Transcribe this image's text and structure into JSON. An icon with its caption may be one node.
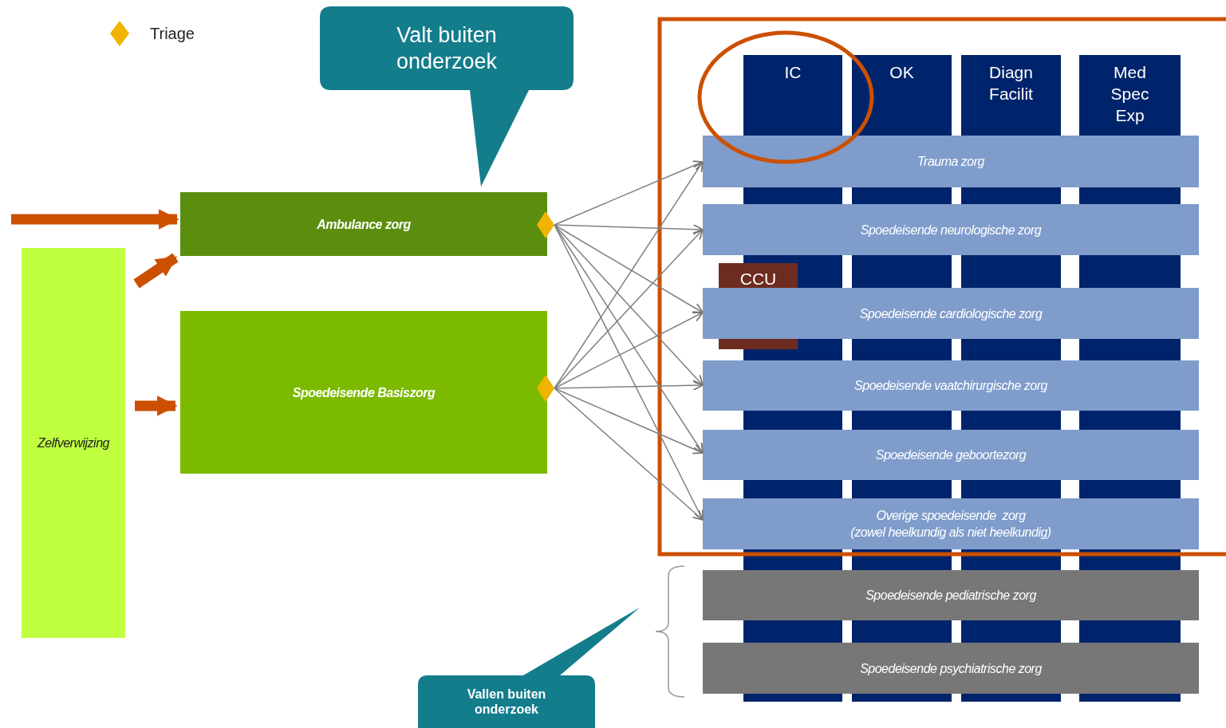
{
  "diagram": {
    "nodes": [
      {
        "text": [
          "Valt buiten onderzoek"
        ]
      },
      {
        "text": [
          "IC"
        ]
      },
      {
        "text": [
          "OK"
        ]
      },
      {
        "text": [
          "Diagn Facilit"
        ]
      },
      {
        "text": [
          "Med Spec Exp"
        ]
      },
      {
        "text": [
          "Trauma zorg"
        ]
      },
      {
        "text": [
          "Ambulance zorg"
        ]
      },
      {
        "text": [],
        "shape": "diamond"
      },
      {
        "text": [
          "Spoedeisende neurologische zorg"
        ]
      },
      {
        "text": [
          "Zelfverwijzing"
        ]
      },
      {
        "text": [
          "CCU"
        ]
      },
      {
        "text": [
          "Spoedeisende cardiologische zorg"
        ]
      },
      {
        "text": [
          "Spoedeisende vaatchirurgische zorg"
        ]
      },
      {
        "text": [
          "Spoedeisende Basiszorg"
        ]
      },
      {
        "text": [],
        "shape": "diamond"
      },
      {
        "text": [
          "Spoedeisende geboortezorg"
        ]
      },
      {
        "text": [
          "Overige spoedeisende  zorg",
          "(zowel heelkundig als niet heelkundig)"
        ]
      },
      {
        "text": [
          "Spoedeisende pediatrische zorg"
        ]
      },
      {
        "text": [
          "Spoedeisende psychiatrische zorg"
        ]
      },
      {
        "text": [
          "Vallen buiten onderzoek"
        ]
      }
    ],
    "edges": [
      {
        "from": null,
        "to": 6,
        "arrow": "to",
        "style": "thick",
        "color": "#cc5000"
      },
      {
        "from": 9,
        "to": 6,
        "arrow": "to",
        "style": "thick",
        "color": "#cc5000"
      },
      {
        "from": 9,
        "to": 13,
        "arrow": "to",
        "style": "thick",
        "color": "#cc5000"
      },
      {
        "from": 7,
        "to": 5,
        "arrow": "to"
      },
      {
        "from": 7,
        "to": 8,
        "arrow": "to"
      },
      {
        "from": 7,
        "to": 11,
        "arrow": "to"
      },
      {
        "from": 7,
        "to": 12,
        "arrow": "to"
      },
      {
        "from": 7,
        "to": 15,
        "arrow": "to"
      },
      {
        "from": 7,
        "to": 16,
        "arrow": "to"
      },
      {
        "from": 14,
        "to": 5,
        "arrow": "to"
      },
      {
        "from": 14,
        "to": 8,
        "arrow": "to"
      },
      {
        "from": 14,
        "to": 11,
        "arrow": "to"
      },
      {
        "from": 14,
        "to": 12,
        "arrow": "to"
      },
      {
        "from": 14,
        "to": 15,
        "arrow": "to"
      },
      {
        "from": 14,
        "to": 16,
        "arrow": "to"
      }
    ],
    "legend": [
      {
        "text": "Triage"
      }
    ]
  }
}
